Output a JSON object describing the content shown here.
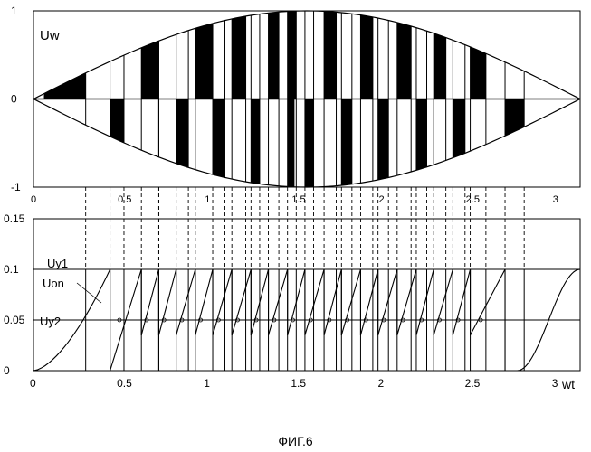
{
  "caption": "ФИГ.6",
  "chart_data": [
    {
      "type": "line",
      "panel": "top",
      "ylabel": "Uw",
      "xlim": [
        0,
        3.1416
      ],
      "ylim": [
        -1,
        1
      ],
      "y_tick_labels": [
        "1",
        "0",
        "-1"
      ],
      "x_tick_labels": [
        "0",
        "0.5",
        "1",
        "1.5",
        "2",
        "2.5",
        "3"
      ],
      "grid": true,
      "series": [
        {
          "envelope": "sin(x)",
          "x": [
            0,
            0.5,
            1.0,
            1.5708,
            2.0,
            2.5,
            3.1416
          ],
          "values": [
            0,
            0.48,
            0.84,
            1.0,
            0.91,
            0.6,
            0
          ]
        },
        {
          "envelope": "-sin(x)",
          "x": [
            0,
            0.5,
            1.0,
            1.5708,
            2.0,
            2.5,
            3.1416
          ],
          "values": [
            0,
            -0.48,
            -0.84,
            -1.0,
            -0.91,
            -0.6,
            0
          ]
        }
      ],
      "pulse_polarity_pattern": "alternating positive / negative PWM pulses filled black"
    },
    {
      "type": "line",
      "panel": "bottom",
      "xlabel": "wt",
      "xlim": [
        0,
        3.1416
      ],
      "ylim": [
        0,
        0.15
      ],
      "y_tick_labels": [
        "0.15",
        "0.1",
        "0.05",
        "0"
      ],
      "x_tick_labels": [
        "0",
        "0.5",
        "1",
        "1.5",
        "2",
        "2.5",
        "3"
      ],
      "grid": true,
      "levels": [
        {
          "name": "Uy1",
          "value": 0.1
        },
        {
          "name": "Uy2",
          "value": 0.05
        }
      ],
      "ramp_label": "Uon",
      "ramp_reset_x": [
        0.44,
        0.62,
        0.72,
        0.82,
        0.93,
        1.03,
        1.14,
        1.25,
        1.35,
        1.46,
        1.56,
        1.67,
        1.77,
        1.88,
        1.98,
        2.09,
        2.2,
        2.3,
        2.41,
        2.51,
        2.71
      ],
      "ramp_peak": 0.1,
      "end_ramp_x": [
        2.78,
        3.1416
      ]
    }
  ]
}
